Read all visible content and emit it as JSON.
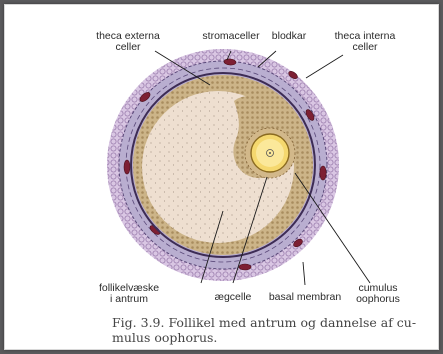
{
  "figure": {
    "labels": {
      "theca_externa": [
        "theca externa",
        "celler"
      ],
      "stromaceller": "stromaceller",
      "blodkar": "blodkar",
      "theca_interna": [
        "theca interna",
        "celler"
      ],
      "follikelvaeske": [
        "follikelvæske",
        "i antrum"
      ],
      "aegcelle": "ægcelle",
      "basal_membran": "basal membran",
      "cumulus": [
        "cumulus",
        "oophorus"
      ]
    },
    "caption": [
      "Fig. 3.9. Follikel med antrum og dannelse af cu-",
      "mulus oophorus."
    ]
  },
  "colors": {
    "page_background": "#5b5a5c",
    "outer_ring": "#d9c6e3",
    "theca_ring": "#b9aed0",
    "granulosa": "#ccb488",
    "antrum": "#eedfd0",
    "oocyte": "#f5d86e",
    "blood_vessel": "#7d1f33"
  }
}
